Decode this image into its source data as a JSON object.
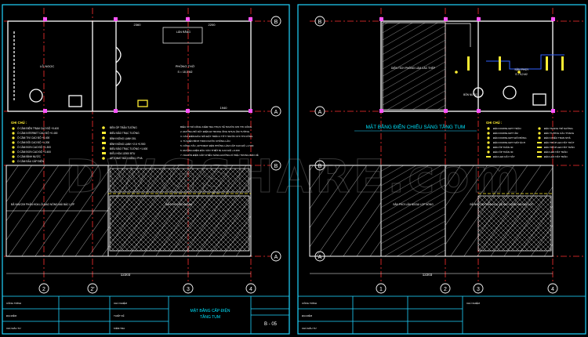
{
  "left_sheet": {
    "plan_title": "MẶT BẰNG CẤP ĐIỆN",
    "plan_subtitle": "TẦNG TUM",
    "drawing_no": "B - 05",
    "room_left": "LỖ NGỌC",
    "room_right": "PHÒNG THỜ",
    "room_right_area": "S = 18,0 M2",
    "room_top": "LÂN RĂNG",
    "dim_total": "12203",
    "dim_a": "2360",
    "dim_b": "2200",
    "dim_c": "1940",
    "notes_heading": "GHI CHÚ :",
    "notes": [
      "Ổ CẮM ĐIỆN TRẠM CAO ĐỘ +0.400",
      "Ổ CẮM INTERNET CAO ĐỘ +0.400",
      "Ổ CẮM TIVI CAO ĐỘ +0.400",
      "Ổ CẮM ĐÔI CAO ĐỘ +1.200",
      "Ổ CẮM ĐƠN CAO ĐỘ +1.300",
      "Ổ CẮM ĐƠN CAO ĐỘ +2.400",
      "Ổ CẮM BÌNH NƯỚC",
      "Ổ CẮM ĐẤU CÁP ĐIỆN"
    ],
    "legend2": [
      "ĐÈN ỐP TRẦN TƯỜNG",
      "BIỂU BẢO TRẠC TƯỜNG",
      "BÌNH NÓNG LẠNH 30L",
      "BÌNH NÓNG LẠNH +2.6 +0.900",
      "BIỂU BẢO TRẠC TƯỜNG +1.600",
      "ĐIỀU HÒA 12000 BTU",
      "APTOMAT BẢO HIỂM 1 PHA"
    ],
    "notes3": [
      "BIỂU VỊ TRÍ CÔNG KIỂM TRA THỰC TẾ TRƯỚC KHI THI CÔNG",
      "2. ĐƯỜNG BỐ DÂY ĐIỆN ĐI TRONG ỐNG NHỰA ÂM TƯỜNG",
      "3. CÁC ĐIỂM ĐẦU NỐI ĐẶT TRÊN 2 TỐT TRƯỚC KHI THI CÔNG",
      "4. TỦ ĐIỆN BÌNH TRỌN NƯỚC CHỐNG LÂN",
      "5. CÔNG TẮC, APTOMAT ĐÈN PHỐNG LÀM CẤP CAO ĐỘ +1.500",
      "6. ĐƯỜNG ĐIỆN ĐẦU VÀO THIẾT BỊ CAO ĐỘ +0.400",
      "7. NGUỒN ĐIỆN CẤP CHIẾU SÁNG ĐƯỜNG KÍ HIỆU TRONG BẢN VẼ"
    ],
    "callout_left": "ĐÃ NHƯỢM PHẢN HOA LỐI BAO NÓNG MÁI BÁC LỢP",
    "callout_center": "SÂN PHƠI ĐỔ MUSAN",
    "axis_rows": [
      "B",
      "A",
      "B",
      "A"
    ],
    "axis_cols": [
      "2",
      "2'",
      "3",
      "4"
    ]
  },
  "right_sheet": {
    "plan_title": "MẶT BẰNG ĐIỆN CHIẾU SÁNG TẦNG TUM",
    "room_left": "DIỆN TÍCH PHÒNG LÀM CÁC THÉP",
    "room_right": "SÂN PHƠI",
    "room_right_area": "S = 9,0 M2",
    "room_small": "BỒN NƯỚC",
    "notes_heading": "GHI CHÚ :",
    "notes": [
      "ĐÈN DOWNLIGHT TRẦN",
      "ĐÈN DOWNLIGHT ÂM",
      "ĐÈN DOWNLIGHT ĐÔI BÓNG",
      "ĐÈN DOWNLIGHT MẮT ÉCH",
      "ĐÈN ỐP TRẦN 30",
      "ĐÈN ỐP TRẦN 30",
      "ĐÈN LED DÂY HẮT"
    ],
    "legend2": [
      "ĐÈN TRANG TRÍ SƯỜNG",
      "ĐÈN TƯỜNG CẦU THANG",
      "ĐÈN CHIẾU TRAN NHÀ",
      "ĐÈN TRÚP LED HẮT TRÚT",
      "ĐÈN TRÚP LED HẮT TRẦN",
      "ĐÈN LED HẮT TRẦN",
      "ĐÈN LED HẮT TRẦN"
    ],
    "callout_left": "SÂN PHƠI LÂN NGOẠI LỌP NÓNG",
    "callout_center": "ĐÃ NHƯỢM PHẢN HOA LỐI BAO NÓNG MÁI BÁC LỢP",
    "dim_total": "12203",
    "axis_rows": [
      "B",
      "A",
      "B",
      "A"
    ],
    "axis_cols": [
      "1",
      "2",
      "3",
      "4"
    ]
  },
  "watermark": "DWGSHARE.com",
  "title_block": {
    "left_fields": [
      "CÔNG TRÌNH",
      "ĐỊA ĐIỂM",
      "CHỦ ĐẦU TƯ"
    ],
    "right_fields": [
      "CHỦ NHIỆM",
      "THIẾT KẾ",
      "KIỂM TRA"
    ]
  },
  "colors": {
    "frame": "#20d4ff",
    "axis": "#ff3030",
    "wall": "#ffffff",
    "hatch": "#cfcfcf",
    "accent": "#ffee33",
    "light": "#ff55ff"
  }
}
